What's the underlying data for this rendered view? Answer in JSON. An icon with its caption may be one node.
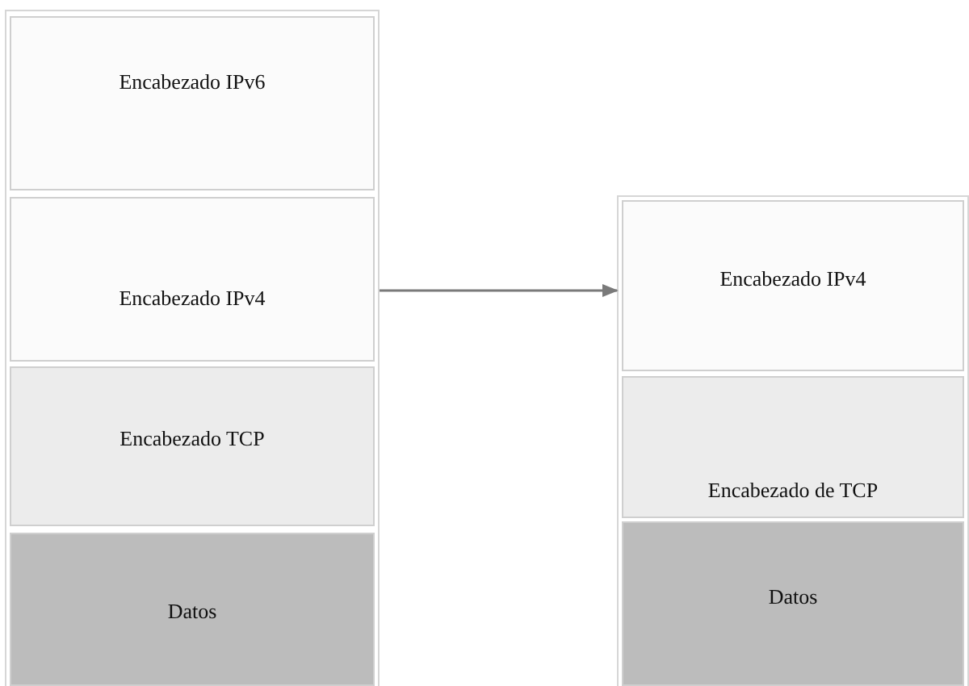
{
  "diagram": {
    "nodes": [
      {
        "text": [
          "Encabezado IPv6"
        ]
      },
      {
        "text": [
          "Encabezado IPv4"
        ]
      },
      {
        "text": [
          "Encabezado TCP"
        ]
      },
      {
        "text": [
          "Datos"
        ]
      },
      {
        "text": [
          "Encabezado IPv4"
        ]
      },
      {
        "text": [
          "Encabezado de TCP"
        ]
      },
      {
        "text": [
          "Datos"
        ]
      }
    ],
    "edges": [
      {
        "from": 1,
        "to": 4,
        "arrow": "to"
      }
    ]
  }
}
